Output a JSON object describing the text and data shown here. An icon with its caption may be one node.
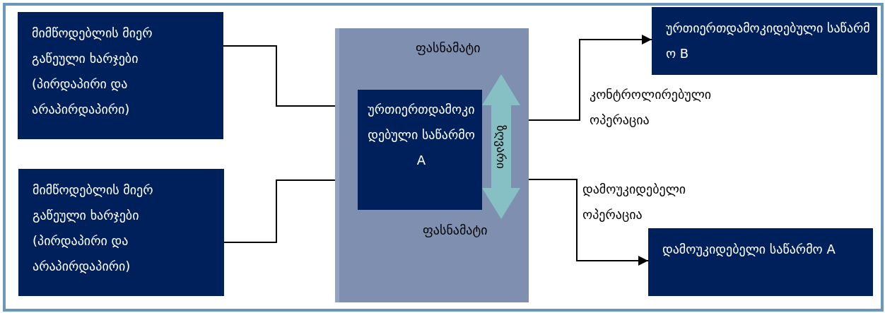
{
  "diagram": {
    "nodes": [
      {
        "text": [
          "მიმწოდებლის მიერ გაწეული ხარჯები (პირდაპირი და არაპირდაპირი)"
        ]
      },
      {
        "text": [
          "მიმწოდებლის მიერ გაწეული ხარჯები (პირდაპირი და არაპირდაპირი)"
        ]
      },
      {
        "text": [],
        "shape": "box"
      },
      {
        "text": [
          "ურთიერთდამოკიდებული საწარმო A"
        ],
        "in": 2
      },
      {
        "text": [
          "ზღვარი"
        ],
        "in": 2
      },
      {
        "text": [
          "ურთიერთდამოკიდებული საწარმო B"
        ]
      },
      {
        "text": [
          "დამოუკიდებელი საწარმო A"
        ]
      }
    ],
    "edges": [
      {
        "from": 0,
        "to": 3,
        "arrow": "to"
      },
      {
        "from": 1,
        "to": 3,
        "arrow": "to"
      },
      {
        "from": 4,
        "to": 5,
        "arrow": "to",
        "label": "კონტროლირებული ოპერაცია"
      },
      {
        "from": 4,
        "to": 6,
        "arrow": "to",
        "label": "დამოუკიდებელი ოპერაცია"
      }
    ],
    "labels": [
      "ფასნამატი",
      "ფასნამატი"
    ]
  }
}
